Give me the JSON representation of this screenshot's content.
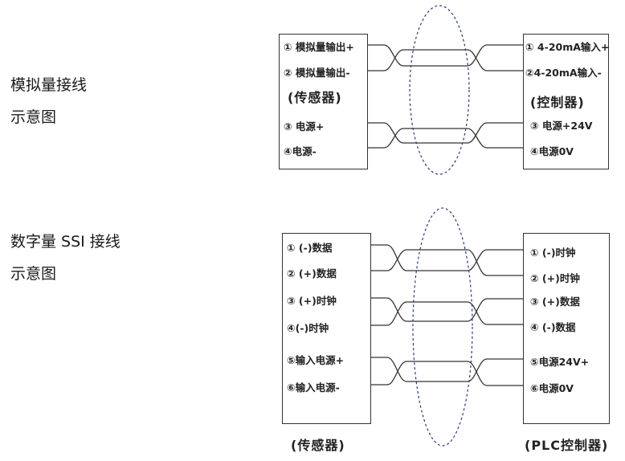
{
  "analog": {
    "caption_line1": "模拟量接线",
    "caption_line2": "示意图",
    "sensor": {
      "pin1": "① 模拟量输出+",
      "pin2": "② 模拟量输出-",
      "title": "(传感器)",
      "pin3": "③ 电源+",
      "pin4": "④电源-"
    },
    "controller": {
      "pin1": "① 4-20mA输入+",
      "pin2": "②4-20mA输入-",
      "title": "(控制器)",
      "pin3": "③ 电源+24V",
      "pin4": "④电源0V"
    }
  },
  "digital": {
    "caption_line1": "数字量 SSI 接线",
    "caption_line2": "示意图",
    "sensor": {
      "pin1": "① (-)数据",
      "pin2": "② (+)数据",
      "pin3": "③ (+)时钟",
      "pin4": "④(-)时钟",
      "pin5": "⑤输入电源+",
      "pin6": "⑥输入电源-",
      "title": "(传感器)"
    },
    "controller": {
      "pin1": "① (-)时钟",
      "pin2": "② (+)时钟",
      "pin3": "③ (+)数据",
      "pin4": "④ (-)数据",
      "pin5": "⑤电源24V+",
      "pin6": "⑥电源0V",
      "title": "(PLC控制器)"
    }
  }
}
